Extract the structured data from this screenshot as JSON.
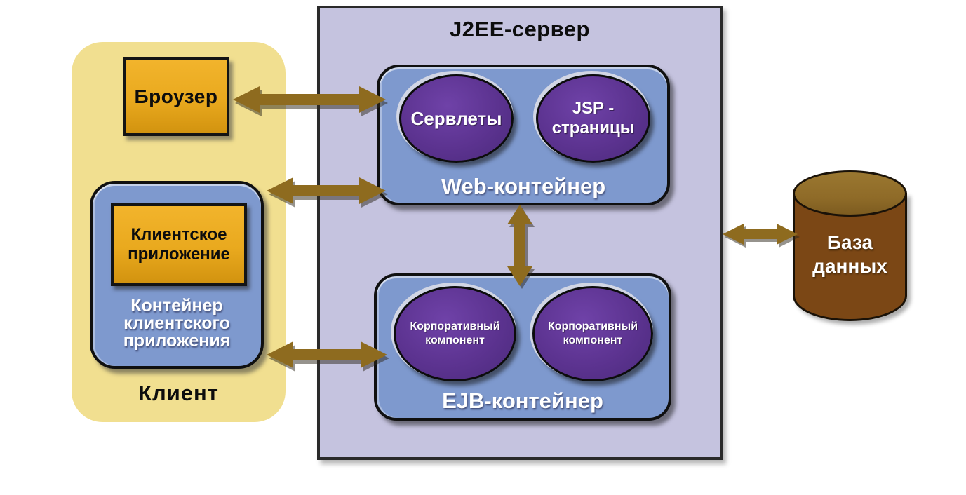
{
  "diagram": {
    "server_title": "J2EE-сервер",
    "client": {
      "group_label": "Клиент",
      "browser_label": "Броузер",
      "client_app_label": "Клиентское\nприложение",
      "container_label": "Контейнер\nклиентского\nприложения"
    },
    "web_container": {
      "label": "Web-контейнер",
      "servlets_label": "Сервлеты",
      "jsp_label": "JSP -\nстраницы"
    },
    "ejb_container": {
      "label": "EJB-контейнер",
      "bean1_label": "Корпоративный\nкомпонент",
      "bean2_label": "Корпоративный\nкомпонент"
    },
    "database": {
      "label": "База\nданных"
    }
  },
  "colors": {
    "client_bg": "#F1DF90",
    "orange_box": "#E9A91E",
    "blue_container": "#7E99CE",
    "server_bg": "#C5C3DF",
    "purple_ellipse": "#5C3390",
    "arrow": "#8E6B1F",
    "db_body": "#7B4715",
    "db_top": "#8F6B28"
  }
}
